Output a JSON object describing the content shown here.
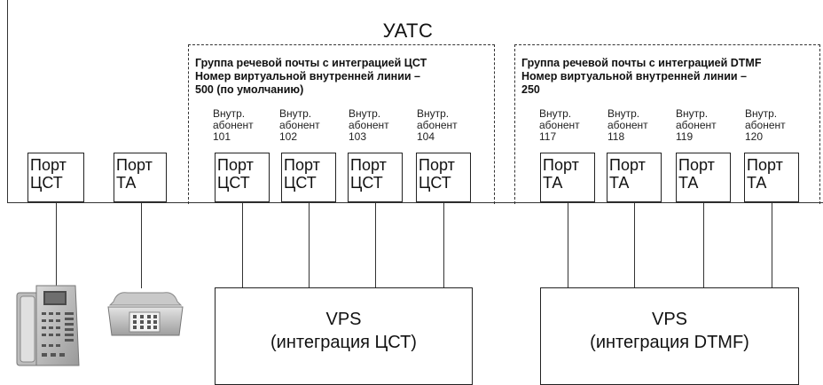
{
  "title": "УАТС",
  "groups": [
    {
      "line1": "Группа речевой почты с интеграцией ЦСТ",
      "line2": "Номер виртуальной внутренней линии –",
      "line3": "500 (по умолчанию)",
      "extensions": [
        {
          "l1": "Внутр.",
          "l2": "абонент",
          "l3": "101"
        },
        {
          "l1": "Внутр.",
          "l2": "абонент",
          "l3": "102"
        },
        {
          "l1": "Внутр.",
          "l2": "абонент",
          "l3": "103"
        },
        {
          "l1": "Внутр.",
          "l2": "абонент",
          "l3": "104"
        }
      ]
    },
    {
      "line1": "Группа речевой почты с интеграцией DTMF",
      "line2": "Номер виртуальной внутренней линии –",
      "line3": "250",
      "extensions": [
        {
          "l1": "Внутр.",
          "l2": "абонент",
          "l3": "117"
        },
        {
          "l1": "Внутр.",
          "l2": "абонент",
          "l3": "118"
        },
        {
          "l1": "Внутр.",
          "l2": "абонент",
          "l3": "119"
        },
        {
          "l1": "Внутр.",
          "l2": "абонент",
          "l3": "120"
        }
      ]
    }
  ],
  "ports": [
    {
      "l1": "Порт",
      "l2": "ЦСТ"
    },
    {
      "l1": "Порт",
      "l2": "ТА"
    },
    {
      "l1": "Порт",
      "l2": "ЦСТ"
    },
    {
      "l1": "Порт",
      "l2": "ЦСТ"
    },
    {
      "l1": "Порт",
      "l2": "ЦСТ"
    },
    {
      "l1": "Порт",
      "l2": "ЦСТ"
    },
    {
      "l1": "Порт",
      "l2": "ТА"
    },
    {
      "l1": "Порт",
      "l2": "ТА"
    },
    {
      "l1": "Порт",
      "l2": "ТА"
    },
    {
      "l1": "Порт",
      "l2": "ТА"
    }
  ],
  "vps": [
    {
      "l1": "VPS",
      "l2": "(интеграция ЦСТ)"
    },
    {
      "l1": "VPS",
      "l2": "(интеграция DTMF)"
    }
  ],
  "devices": {
    "digital_phone_icon": "digital-phone-icon",
    "analog_phone_icon": "analog-phone-icon"
  }
}
